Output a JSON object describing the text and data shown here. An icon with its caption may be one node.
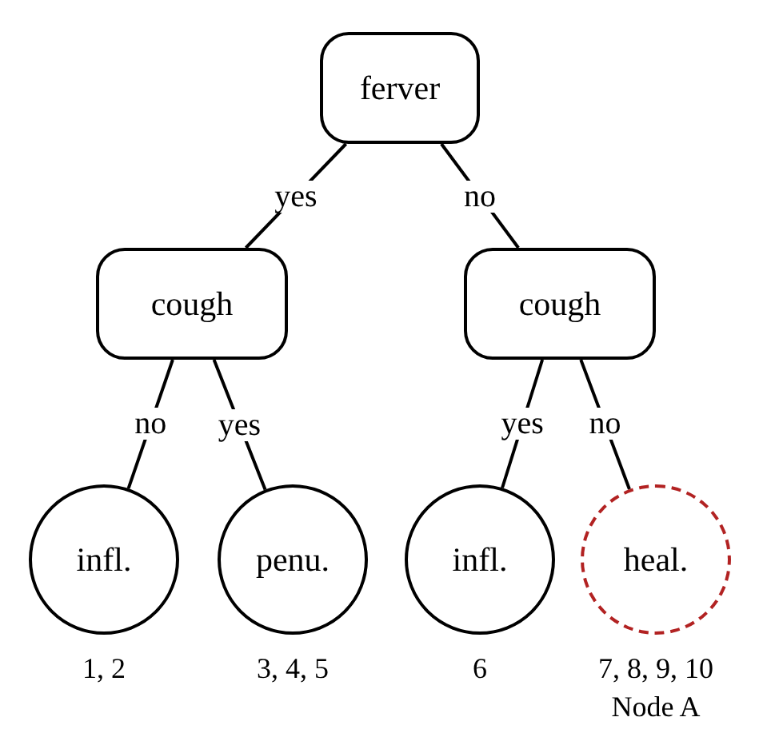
{
  "diagram": {
    "nodes": [
      {
        "text": [
          "ferver"
        ]
      },
      {
        "text": [
          "cough"
        ]
      },
      {
        "text": [
          "cough"
        ]
      },
      {
        "text": [
          "infl."
        ],
        "beside": [
          "1, 2"
        ]
      },
      {
        "text": [
          "penu."
        ],
        "beside": [
          "3, 4, 5"
        ]
      },
      {
        "text": [
          "infl."
        ],
        "beside": [
          "6"
        ]
      },
      {
        "text": [
          "heal."
        ],
        "beside": [
          "7, 8, 9, 10",
          "Node A"
        ]
      }
    ],
    "edges": [
      {
        "from": 0,
        "to": 1,
        "arrow": "none",
        "label": "yes"
      },
      {
        "from": 0,
        "to": 2,
        "arrow": "none",
        "label": "no"
      },
      {
        "from": 1,
        "to": 3,
        "arrow": "none",
        "label": "no"
      },
      {
        "from": 1,
        "to": 4,
        "arrow": "none",
        "label": "yes"
      },
      {
        "from": 2,
        "to": 5,
        "arrow": "none",
        "label": "yes"
      },
      {
        "from": 2,
        "to": 6,
        "arrow": "none",
        "label": "no"
      }
    ]
  }
}
